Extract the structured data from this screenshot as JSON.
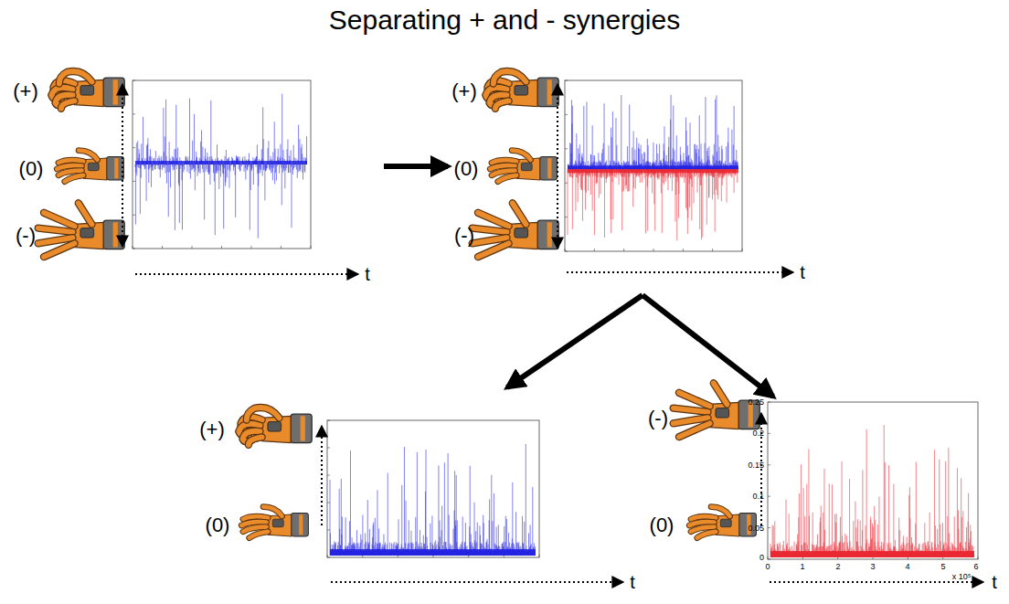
{
  "diagram": {
    "title": "Separating + and - synergies",
    "labels": [
      "(+)",
      "(0)",
      "(-)",
      "t",
      "(+)",
      "(0)",
      "(-)",
      "t",
      "(+)",
      "(0)",
      "t",
      "(-)",
      "(0)",
      "t",
      "0.25",
      "0.2",
      "0.15",
      "0.1",
      "0.05",
      "0",
      "0",
      "1",
      "2",
      "3",
      "4",
      "5",
      "6",
      "x 10⁵"
    ]
  }
}
